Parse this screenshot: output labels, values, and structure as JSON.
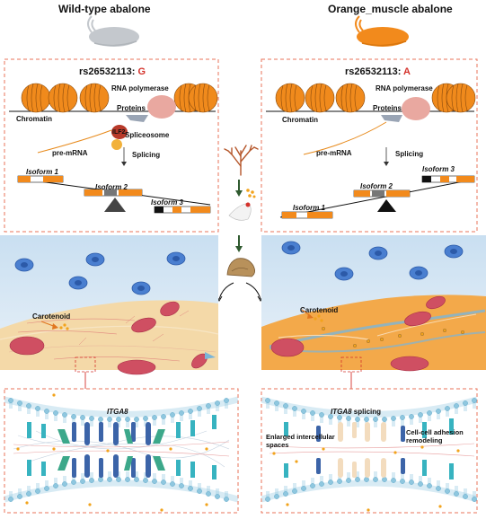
{
  "headers": {
    "left": "Wild-type abalone",
    "right": "Orange_muscle abalone"
  },
  "left_panel": {
    "snp_label": "rs26532113: ",
    "snp_allele": "G",
    "chromatin": "Chromatin",
    "rna_polymerase": "RNA polymerase",
    "proteins": "Proteins",
    "ilf2": "ILF2",
    "spliceosome": "Spliceosome",
    "pre_mrna": "pre-mRNA",
    "splicing": "Splicing",
    "isoform1": "Isoform 1",
    "isoform2": "Isoform 2",
    "isoform3": "Isoform 3",
    "carotenoid": "Carotenoid",
    "gene": "ITGA8"
  },
  "right_panel": {
    "snp_label": "rs26532113: ",
    "snp_allele": "A",
    "chromatin": "Chromatin",
    "rna_polymerase": "RNA polymerase",
    "proteins": "Proteins",
    "pre_mrna": "pre-mRNA",
    "splicing": "Splicing",
    "isoform1": "Isoform 1",
    "isoform2": "Isoform 2",
    "isoform3": "Isoform 3",
    "carotenoid": "Carotenoid",
    "gene": "ITGA8",
    "gene_suffix": " splicing",
    "enlarged": "Enlarged intercellular spaces",
    "adhesion": "Cell-cell adhesion remodeling"
  },
  "colors": {
    "orange": "#f28a1c",
    "abalone_grey": "#c4c8cd",
    "muscle_light": "#f4d9a8",
    "muscle_orange": "#f3a94a",
    "dash_red": "#e8735a",
    "allele_red": "#d4322b"
  }
}
